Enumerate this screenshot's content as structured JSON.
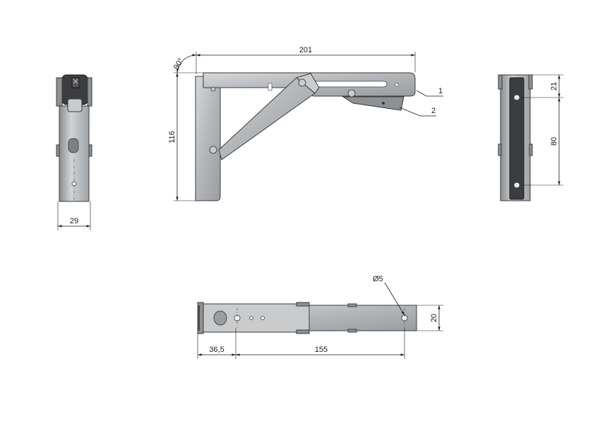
{
  "dimensions": {
    "width_top": "201",
    "angle": "90°",
    "height_side": "116",
    "width_front": "29",
    "hole_offset": "21",
    "hole_spacing": "80",
    "hole_diameter": "Ø5",
    "bottom_width": "20",
    "bottom_offset": "36,5",
    "bottom_length": "155"
  },
  "callouts": {
    "part1": "1",
    "part2": "2"
  },
  "colors": {
    "metal": "#b8babd",
    "dark": "#3b3d40",
    "line": "#1a1a1a"
  }
}
